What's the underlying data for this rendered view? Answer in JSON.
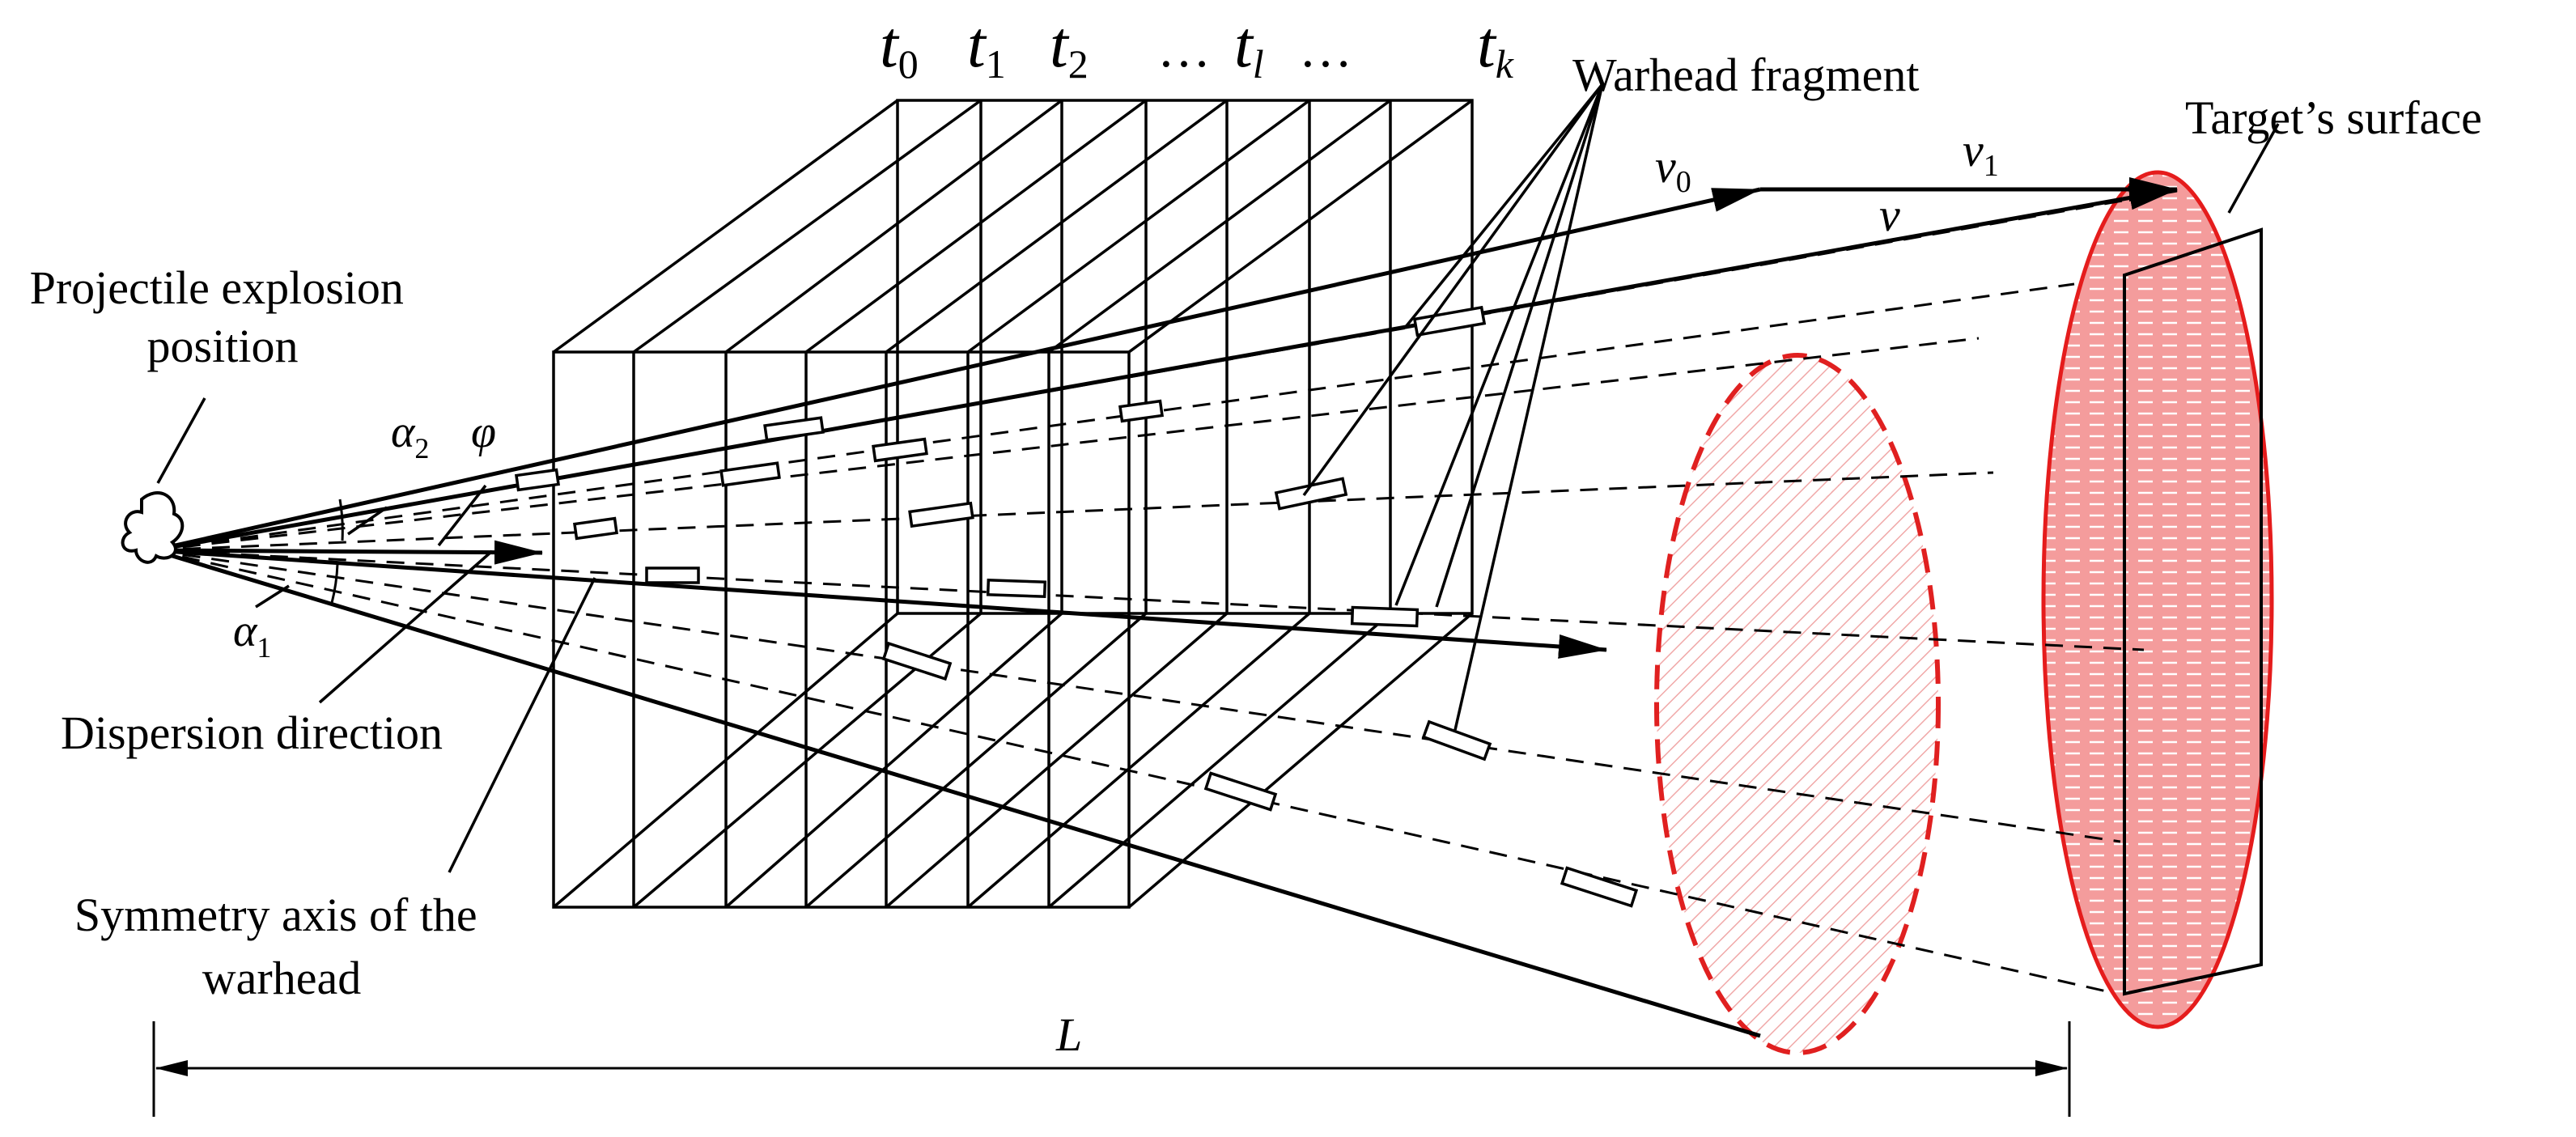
{
  "labels": {
    "projectile_explosion_position": [
      "Projectile explosion",
      "position"
    ],
    "dispersion_direction": "Dispersion direction",
    "symmetry_axis": [
      "Symmetry axis of the",
      "warhead"
    ],
    "warhead_fragment": "Warhead fragment",
    "targets_surface": "Target’s surface",
    "distance": "L"
  },
  "angles": {
    "alpha_2": {
      "base": "α",
      "sub": "2"
    },
    "alpha_1": {
      "base": "α",
      "sub": "1"
    },
    "phi": "φ"
  },
  "time_slices": {
    "t0": {
      "base": "t",
      "sub": "0"
    },
    "t1": {
      "base": "t",
      "sub": "1"
    },
    "t2": {
      "base": "t",
      "sub": "2"
    },
    "dots_a": "…",
    "tl": {
      "base": "t",
      "sub": "l"
    },
    "dots_b": "…",
    "tk": {
      "base": "t",
      "sub": "k"
    }
  },
  "velocities": {
    "v0": {
      "base": "v",
      "sub": "0"
    },
    "v1": {
      "base": "v",
      "sub": "1"
    },
    "v": "v"
  },
  "colors": {
    "ink": "#000000",
    "mid_ellipse_stroke": "#e02020",
    "mid_ellipse_hatch": "#f0a8a8",
    "target_fill": "#f49c9c",
    "target_stroke": "#e51c1c",
    "target_dash": "#ffffff"
  }
}
